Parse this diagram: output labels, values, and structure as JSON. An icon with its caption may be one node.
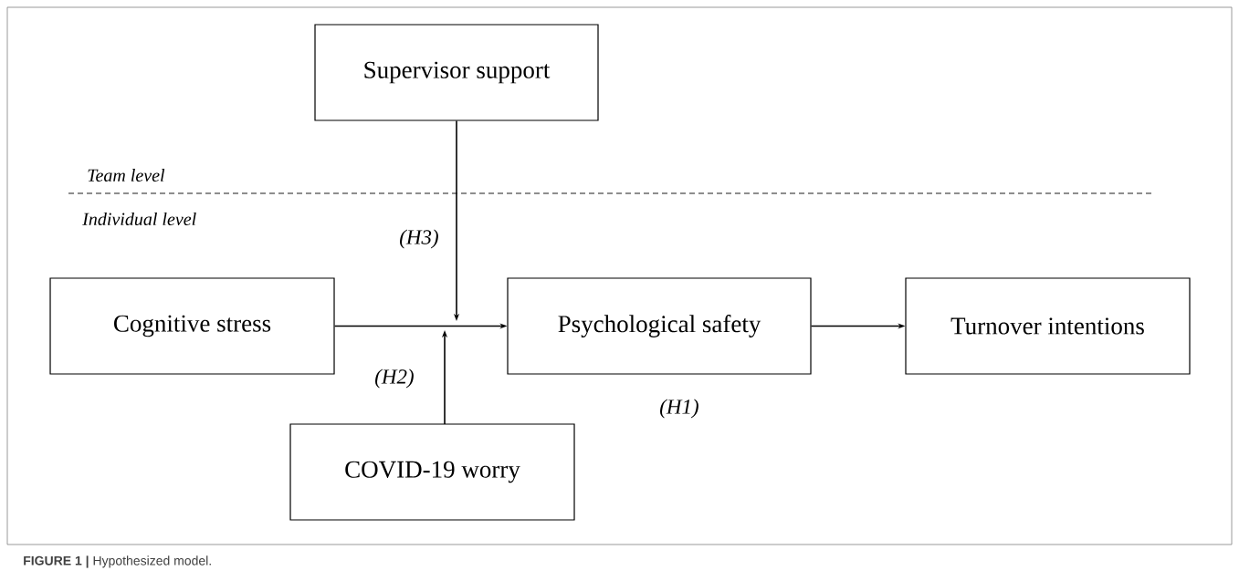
{
  "diagram": {
    "caption": "**FIGURE 1 |** Hypothesized model.",
    "nodes": [
      {
        "text": [
          "Supervisor support"
        ]
      },
      {
        "text": [
          "Cognitive stress"
        ]
      },
      {
        "text": [
          "Psychological safety"
        ]
      },
      {
        "text": [
          "Turnover intentions"
        ]
      },
      {
        "text": [
          "COVID-19 worry"
        ]
      }
    ],
    "edges": [
      {
        "from": 0,
        "to": null,
        "arrow": "to"
      },
      {
        "from": 1,
        "to": 2,
        "arrow": "to"
      },
      {
        "from": 4,
        "to": null,
        "arrow": "to"
      },
      {
        "from": 2,
        "to": 3,
        "arrow": "to"
      }
    ],
    "labels": [
      "Team level",
      "Individual level",
      "(H3)",
      "(H2)",
      "(H1)"
    ]
  }
}
